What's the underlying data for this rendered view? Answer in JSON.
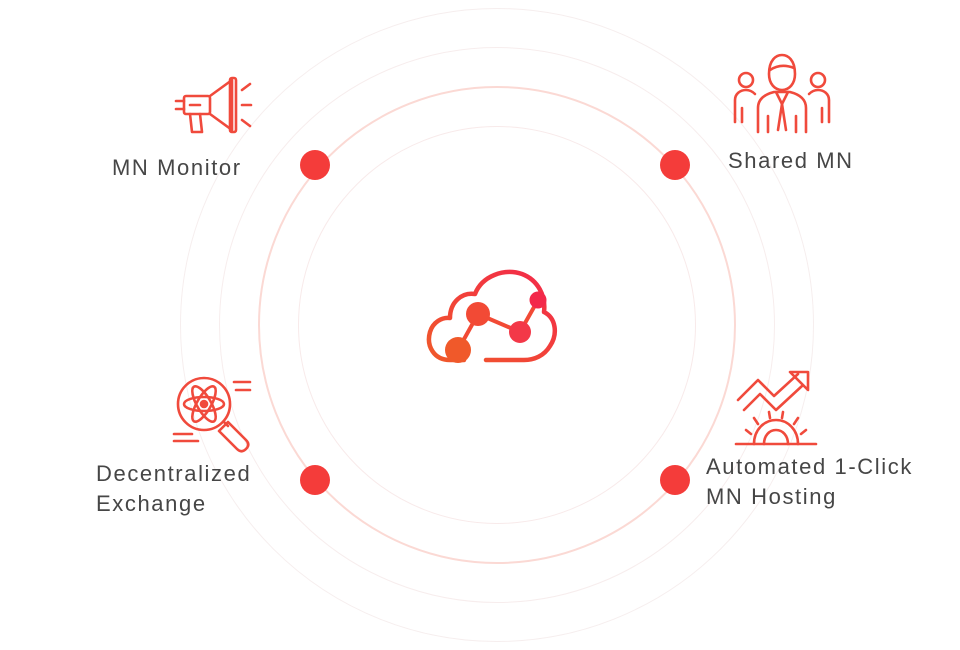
{
  "center": {
    "icon": "cloud-network-icon"
  },
  "nodes": [
    {
      "id": "mn-monitor",
      "label_lines": [
        "MN Monitor"
      ],
      "icon": "megaphone-icon"
    },
    {
      "id": "shared-mn",
      "label_lines": [
        "Shared MN"
      ],
      "icon": "people-group-icon"
    },
    {
      "id": "decentralized-exchange",
      "label_lines": [
        "Decentralized",
        "Exchange"
      ],
      "icon": "atom-search-icon"
    },
    {
      "id": "automated-hosting",
      "label_lines": [
        "Automated 1-Click",
        "MN Hosting"
      ],
      "icon": "growth-gear-icon"
    }
  ],
  "colors": {
    "accent": "#f43c3a",
    "icon_stroke": "#f04a3c",
    "ring_main": "#fbd9d4",
    "ring_faint": "#f6eeee",
    "text": "#464646"
  }
}
